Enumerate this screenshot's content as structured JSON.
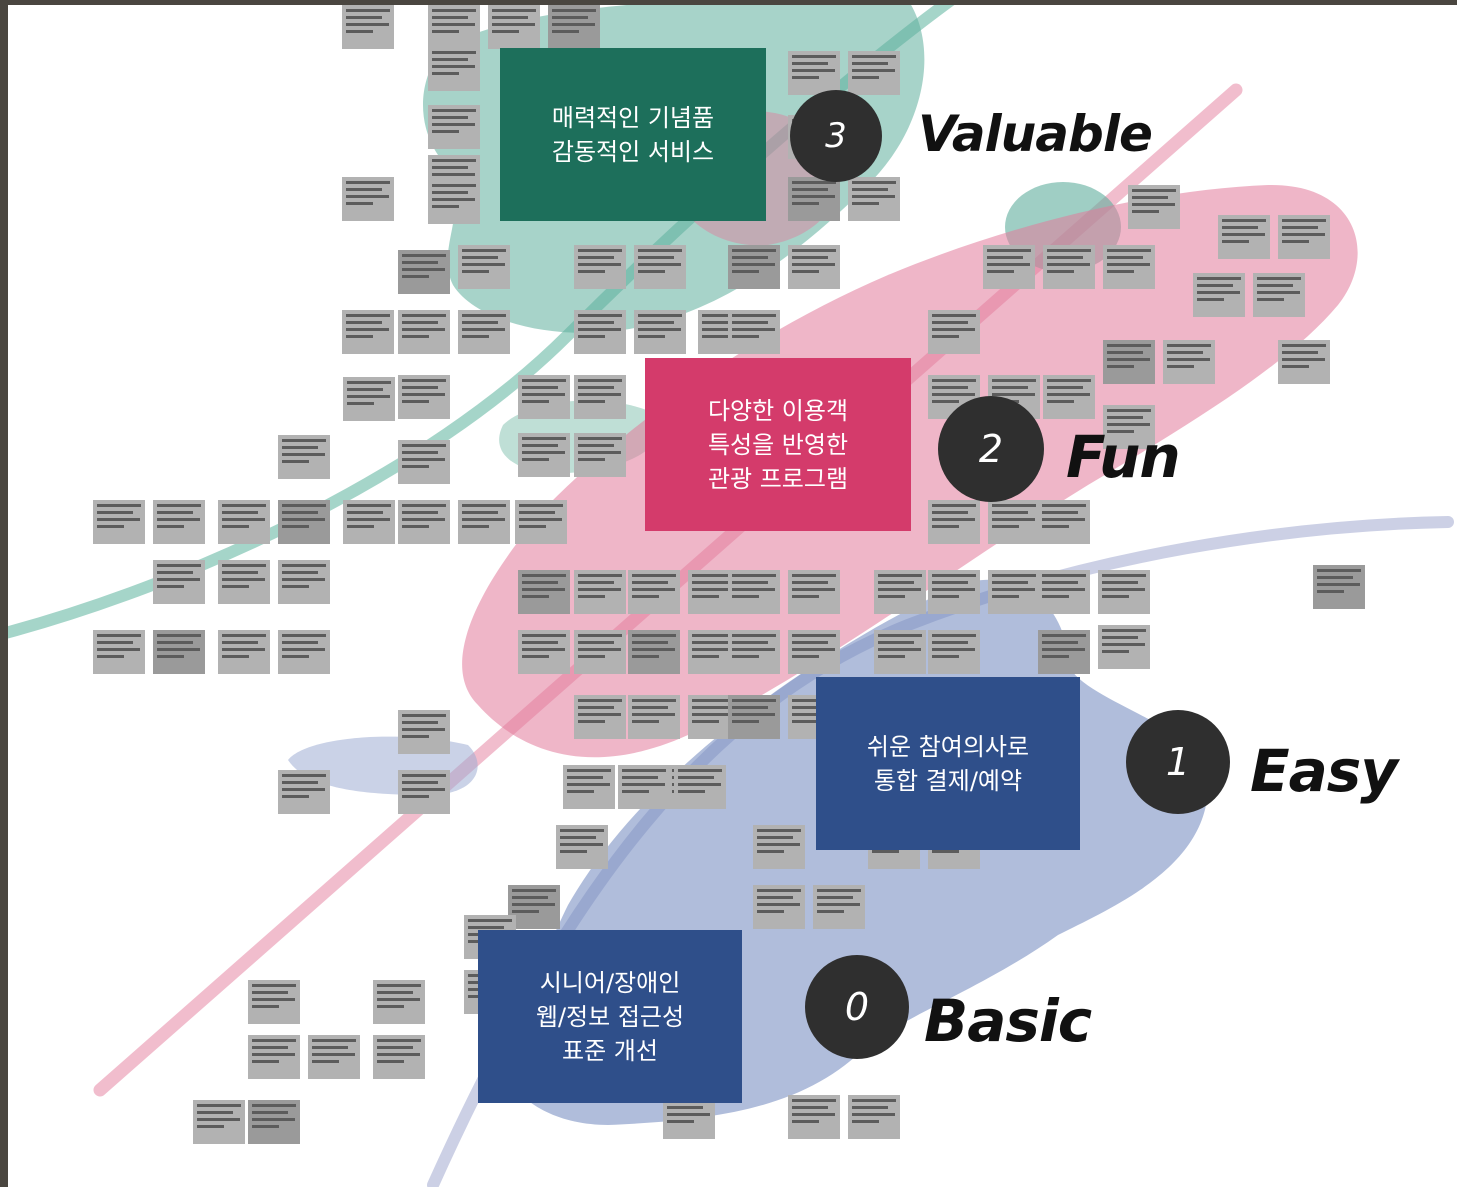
{
  "colors": {
    "valuable_box": "#1d6f5b",
    "fun_box": "#d43b6b",
    "easy_box": "#2f4f8a",
    "basic_box": "#2f4f8a",
    "badge": "#2f2f2f",
    "teal_blob": "#5fae9c",
    "pink_blob": "#e27a9b",
    "blue_blob": "#6f87bd"
  },
  "levels": [
    {
      "number": "3",
      "name": "Valuable",
      "description": [
        "매력적인 기념품",
        "감동적인 서비스"
      ]
    },
    {
      "number": "2",
      "name": "Fun",
      "description": [
        "다양한 이용객",
        "특성을 반영한",
        "관광 프로그램"
      ]
    },
    {
      "number": "1",
      "name": "Easy",
      "description": [
        "쉬운 참여의사로",
        "통합 결제/예약"
      ]
    },
    {
      "number": "0",
      "name": "Basic",
      "description": [
        "시니어/장애인",
        "웹/정보 접근성",
        "표준 개선"
      ]
    }
  ]
}
